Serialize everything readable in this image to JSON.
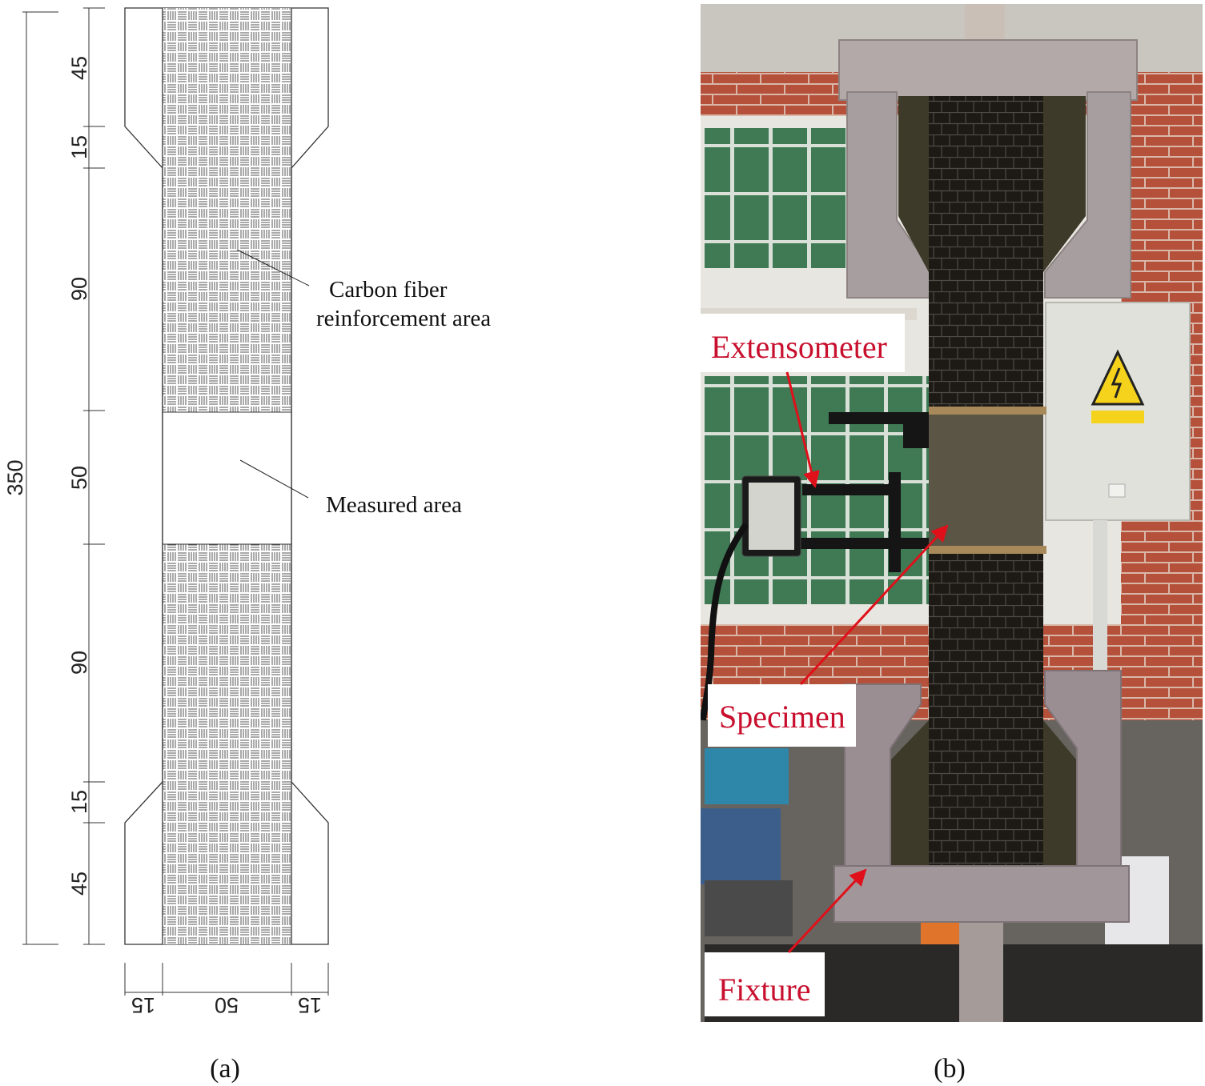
{
  "panel_a": {
    "caption": "(a)",
    "dimensions": {
      "total": "350",
      "vertical": [
        "45",
        "15",
        "90",
        "50",
        "90",
        "15",
        "45"
      ],
      "horizontal": [
        "15",
        "50",
        "15"
      ]
    },
    "labels": {
      "carbon_line1": "Carbon fiber",
      "carbon_line2": "reinforcement area",
      "measured": "Measured area"
    }
  },
  "panel_b": {
    "caption": "(b)",
    "labels": {
      "extensometer": "Extensometer",
      "specimen": "Specimen",
      "fixture": "Fixture"
    },
    "colors": {
      "label_text": "#c8102e",
      "arrow": "#e0101a",
      "specimen": "#1d1915",
      "fixture": "#a79ea0",
      "brick": "#b5503a",
      "window_green": "#3f7a55"
    }
  }
}
